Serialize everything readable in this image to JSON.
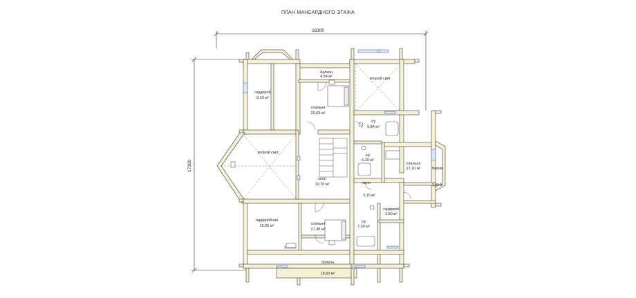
{
  "title": "ПЛАН МАНСАРДНОГО ЭТАЖА",
  "dimensions": {
    "width": "18300",
    "height": "17300"
  },
  "colors": {
    "wall_fill": "#f7f1d4",
    "wall_stroke": "#555555",
    "line": "#333333",
    "window": "#4a6fa5"
  },
  "rooms": {
    "balcony_top": {
      "name": "балкон",
      "area": "4,84 м²"
    },
    "wardrobe_top": {
      "name": "гардероб",
      "area": "9,19 м²"
    },
    "bedroom_top": {
      "name": "спальня",
      "area": "20,63 м²"
    },
    "void_top": {
      "name": "второй свет"
    },
    "bath_top": {
      "name": "с/у",
      "area": "9,84 м²"
    },
    "void_left": {
      "name": "второй свет"
    },
    "hall": {
      "name": "холл",
      "area": "10,70 м²"
    },
    "bath_mid": {
      "name": "с/у",
      "area": "6,20 м²"
    },
    "hall_small": {
      "name": "холл",
      "area": "3,15 м²"
    },
    "bedroom_right": {
      "name": "спальня",
      "area": "17,10 м²"
    },
    "balcony_right": {
      "name": "балкон",
      "area": "3,90 м²"
    },
    "wardrobe_right": {
      "name": "гардероб",
      "area": "2,80 м²"
    },
    "dressing": {
      "name": "гардеробная",
      "area": "15,05 м²"
    },
    "bedroom_bottom": {
      "name": "спальня",
      "area": "17,40 м²"
    },
    "bath_bottom": {
      "name": "с/у",
      "area": "7,30 м²"
    },
    "balcony_bottom": {
      "name": "балкон",
      "area": "19,60 м²"
    }
  }
}
